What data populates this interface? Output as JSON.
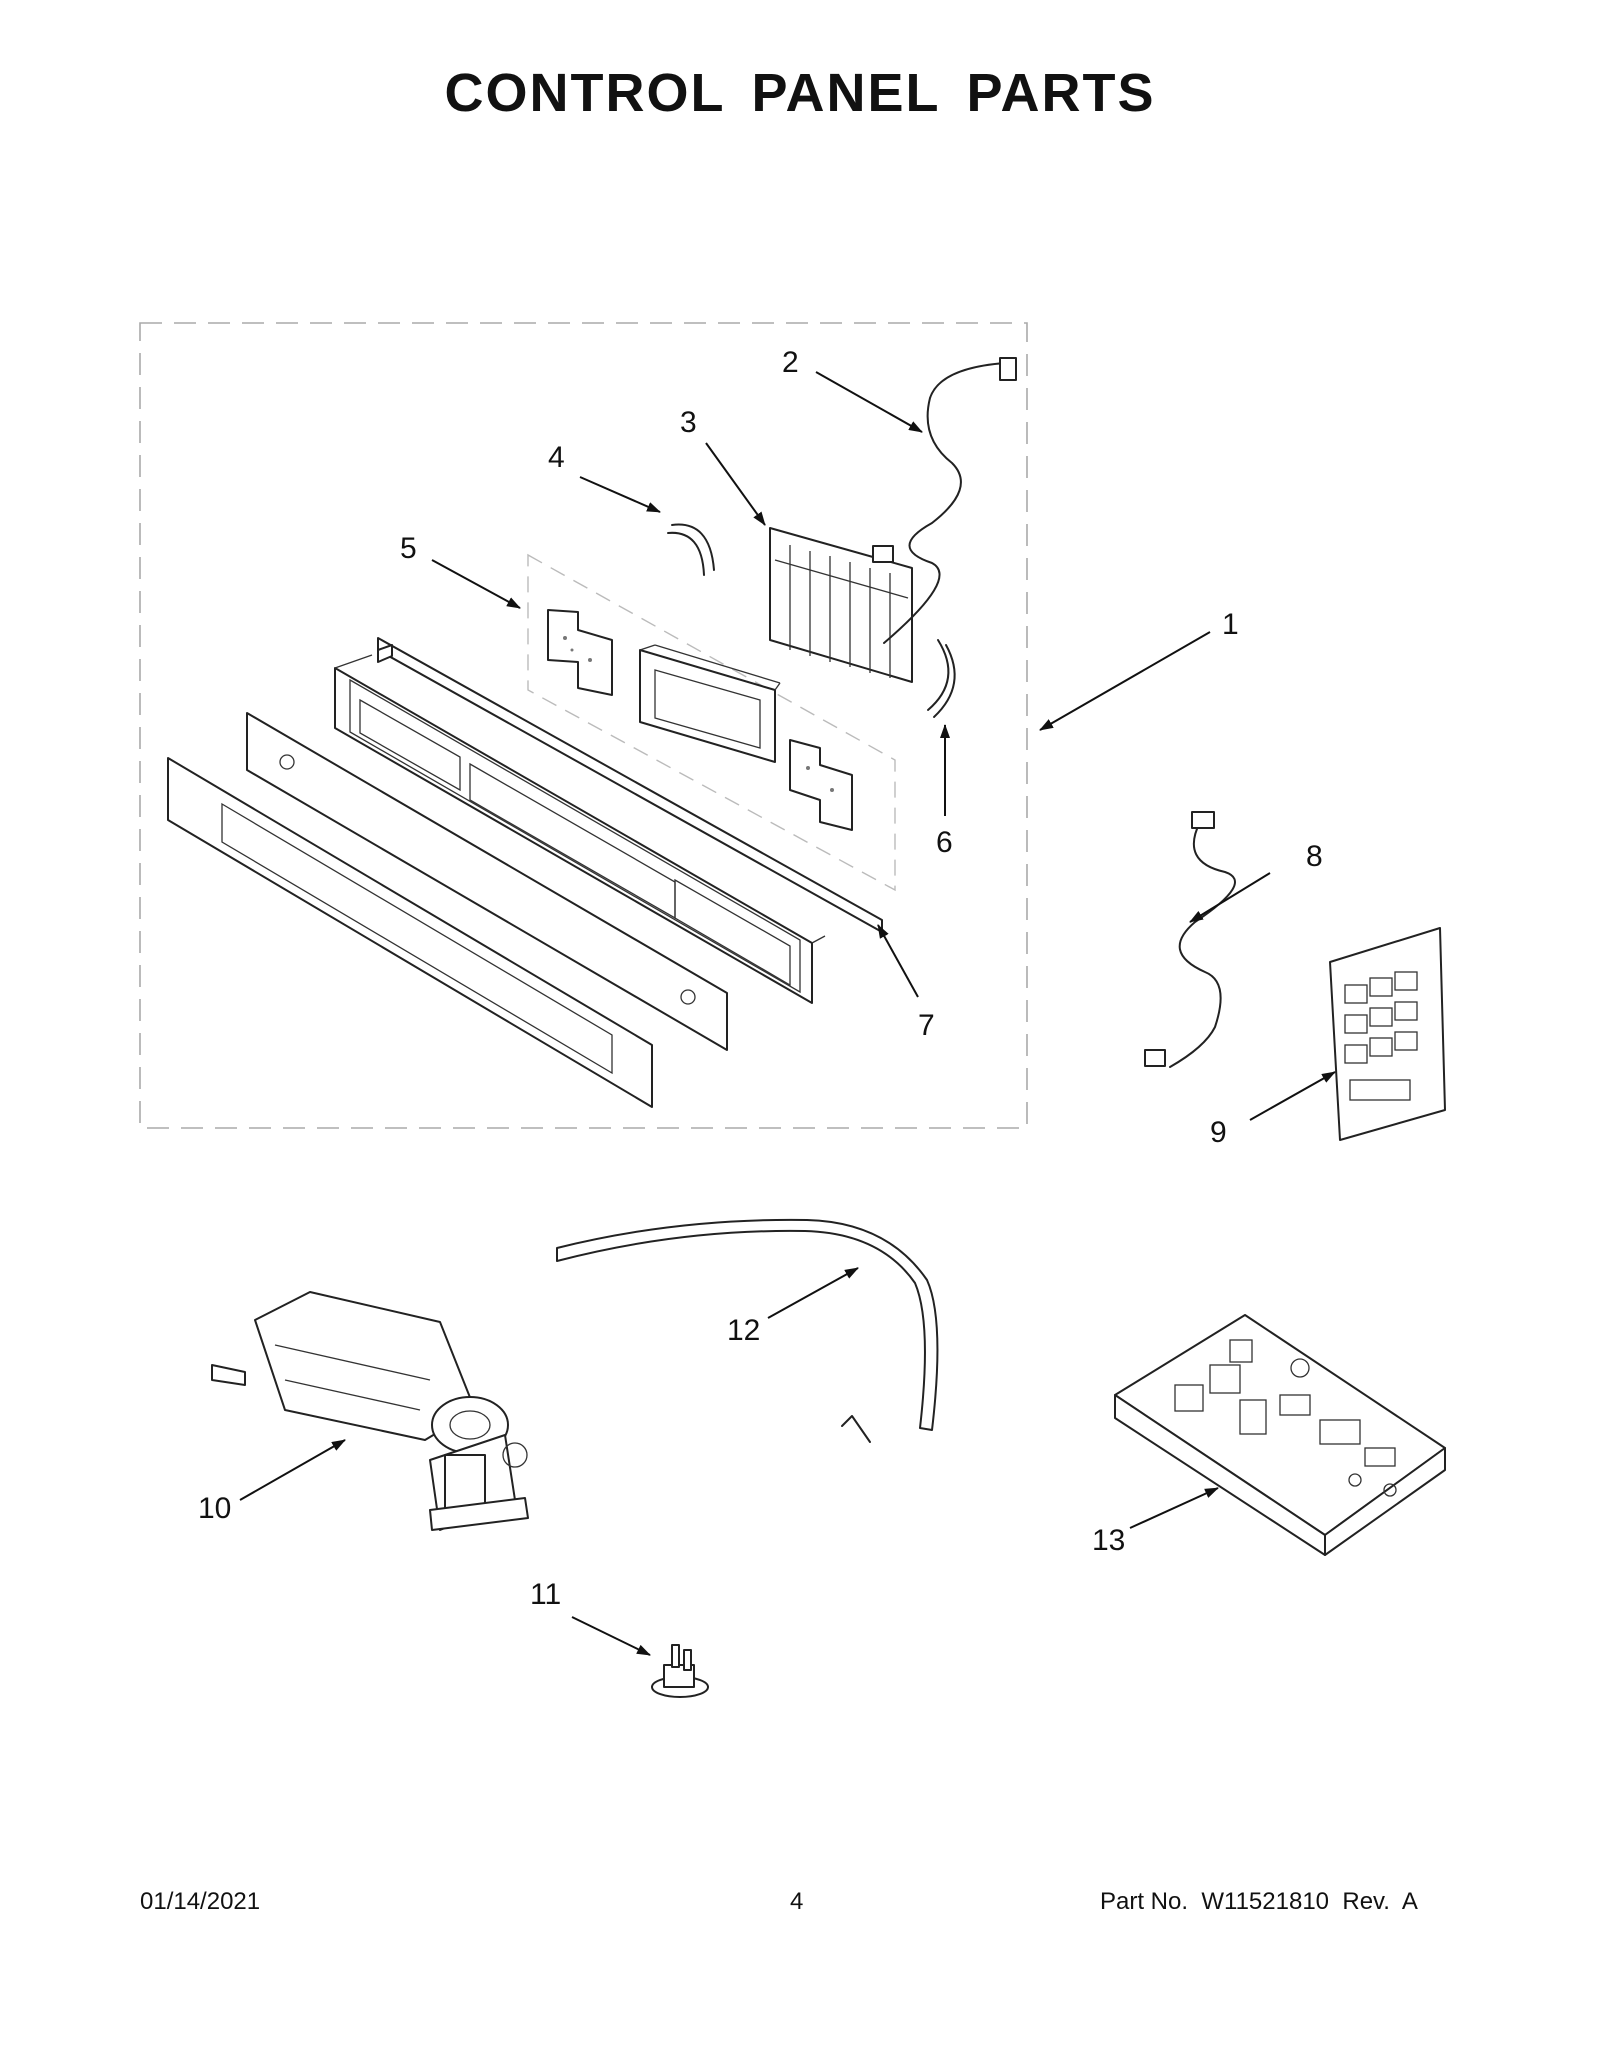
{
  "title": "CONTROL PANEL PARTS",
  "callouts": [
    {
      "id": 1,
      "label": "1"
    },
    {
      "id": 2,
      "label": "2"
    },
    {
      "id": 3,
      "label": "3"
    },
    {
      "id": 4,
      "label": "4"
    },
    {
      "id": 5,
      "label": "5"
    },
    {
      "id": 6,
      "label": "6"
    },
    {
      "id": 7,
      "label": "7"
    },
    {
      "id": 8,
      "label": "8"
    },
    {
      "id": 9,
      "label": "9"
    },
    {
      "id": 10,
      "label": "10"
    },
    {
      "id": 11,
      "label": "11"
    },
    {
      "id": 12,
      "label": "12"
    },
    {
      "id": 13,
      "label": "13"
    }
  ],
  "footer": {
    "date": "01/14/2021",
    "page": "4",
    "part_number": "Part No.  W11521810  Rev.  A"
  }
}
